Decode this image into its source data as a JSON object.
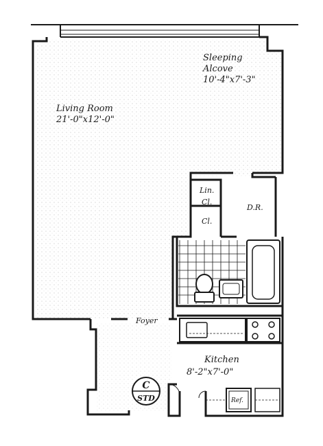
{
  "floor_plan": {
    "rooms": [
      {
        "id": "living-room",
        "name": "Living Room",
        "size": "21'-0\"x12'-0\""
      },
      {
        "id": "sleeping-alcove",
        "name_line1": "Sleeping",
        "name_line2": "Alcove",
        "size": "10'-4\"x7'-3\""
      },
      {
        "id": "linen-closet",
        "name_line1": "Lin.",
        "name_line2": "Cl."
      },
      {
        "id": "closet",
        "name": "Cl."
      },
      {
        "id": "dining-room",
        "name": "D.R."
      },
      {
        "id": "foyer",
        "name": "Foyer"
      },
      {
        "id": "kitchen",
        "name": "Kitchen",
        "size": "8'-2\"x7'-0\""
      }
    ],
    "fixtures": {
      "refrigerator": "Ref."
    },
    "badge": {
      "top": "C",
      "bottom": "STD"
    },
    "colors": {
      "ink": "#1a1a1a",
      "hatch": "#c9c9c9",
      "paper": "#ffffff"
    }
  }
}
